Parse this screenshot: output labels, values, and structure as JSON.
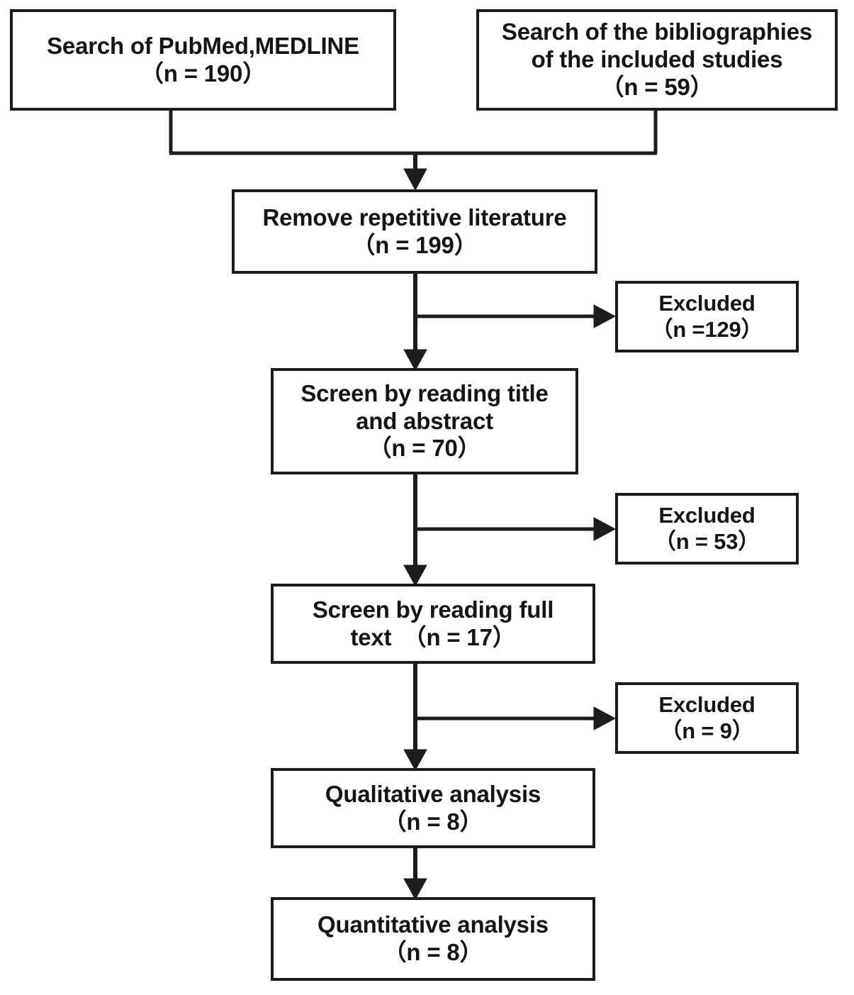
{
  "diagram": {
    "type": "prisma-flow-diagram",
    "stroke_color": "#1c1c1c",
    "background_color": "#ffffff",
    "text_color": "#151515",
    "boxes": {
      "pubmed": {
        "line1": "Search of PubMed,MEDLINE",
        "line2": "（n = 190）"
      },
      "bibliographies": {
        "line1": "Search of the bibliographies",
        "line2": "of the included studies",
        "line3": "（n = 59）"
      },
      "remove_repetitive": {
        "line1": "Remove repetitive literature",
        "line2": "（n = 199）"
      },
      "screen_title_abstract": {
        "line1": "Screen by reading title",
        "line2": "and abstract",
        "line3": "（n = 70）"
      },
      "screen_full_text": {
        "line1": "Screen by reading full",
        "line2": "text　（n = 17）"
      },
      "qualitative": {
        "line1": "Qualitative analysis",
        "line2": "（n = 8）"
      },
      "quantitative": {
        "line1": "Quantitative analysis",
        "line2": "（n = 8）"
      },
      "excluded_1": {
        "line1": "Excluded",
        "line2": "（n =129）"
      },
      "excluded_2": {
        "line1": "Excluded",
        "line2": "（n = 53）"
      },
      "excluded_3": {
        "line1": "Excluded",
        "line2": "（n = 9）"
      }
    },
    "counts": {
      "pubmed_medline": 190,
      "bibliographies": 59,
      "after_duplicates_removed": 199,
      "excluded_after_duplicates": 129,
      "title_abstract_screened": 70,
      "excluded_after_title_abstract": 53,
      "full_text_screened": 17,
      "excluded_after_full_text": 9,
      "qualitative_analysis": 8,
      "quantitative_analysis": 8
    }
  }
}
